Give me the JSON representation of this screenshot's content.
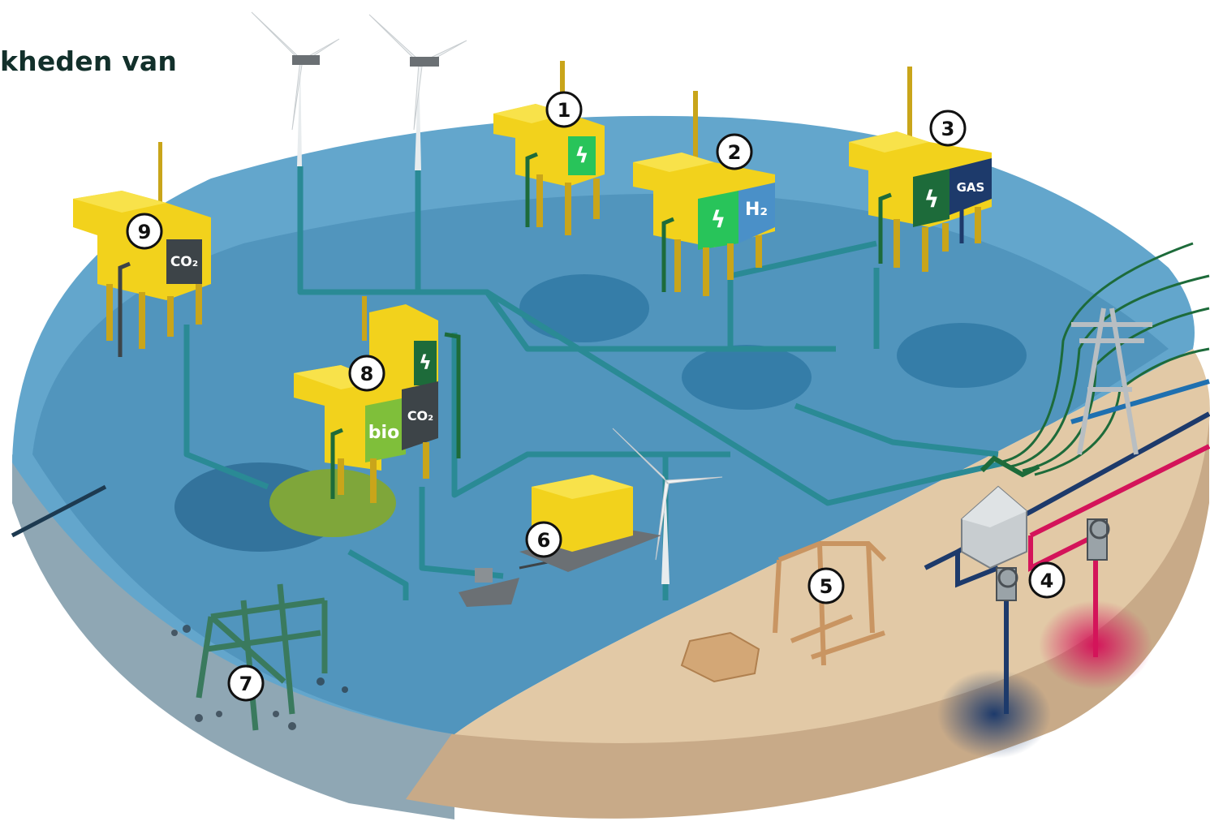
{
  "title": "kheden van",
  "labels": {
    "co2": "CO₂",
    "h2": "H₂",
    "gas": "GAS",
    "bio": "bio"
  },
  "markers": [
    "1",
    "2",
    "3",
    "4",
    "5",
    "6",
    "7",
    "8",
    "9"
  ],
  "icons": {
    "electricity": "lightning-bolt-icon"
  },
  "colors": {
    "sea": "#5aa0c8",
    "sea_deep": "#3f87b0",
    "land": "#dcc2a0",
    "platform": "#f2d21c",
    "pipe_teal": "#2a8a95",
    "pipe_green": "#1d6b3a",
    "pipe_navy": "#1d3a6b",
    "pipe_magenta": "#d4145a",
    "badge_green": "#28c45a",
    "badge_dark": "#3d4448"
  }
}
